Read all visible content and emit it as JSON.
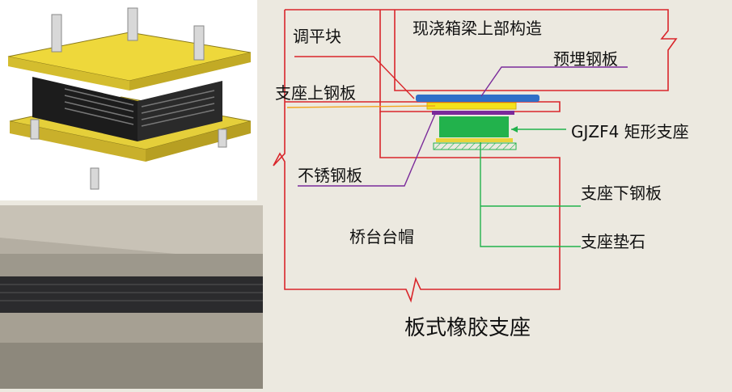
{
  "caption": "板式橡胶支座",
  "labels": {
    "leveling_block": "调平块",
    "superstructure": "现浇箱梁上部构造",
    "embedded_plate": "预埋钢板",
    "upper_plate": "支座上钢板",
    "bearing": "GJZF4 矩形支座",
    "stainless_plate": "不锈钢板",
    "lower_plate": "支座下钢板",
    "abutment_cap": "桥台台帽",
    "bearing_pad": "支座垫石"
  },
  "colors": {
    "red": "#d9262b",
    "blue": "#2f6fc8",
    "yellow": "#f5e21a",
    "purple": "#7a2a9a",
    "green": "#22b24c",
    "orange": "#f2a31b",
    "steel_yellow": "#e8d43a"
  }
}
